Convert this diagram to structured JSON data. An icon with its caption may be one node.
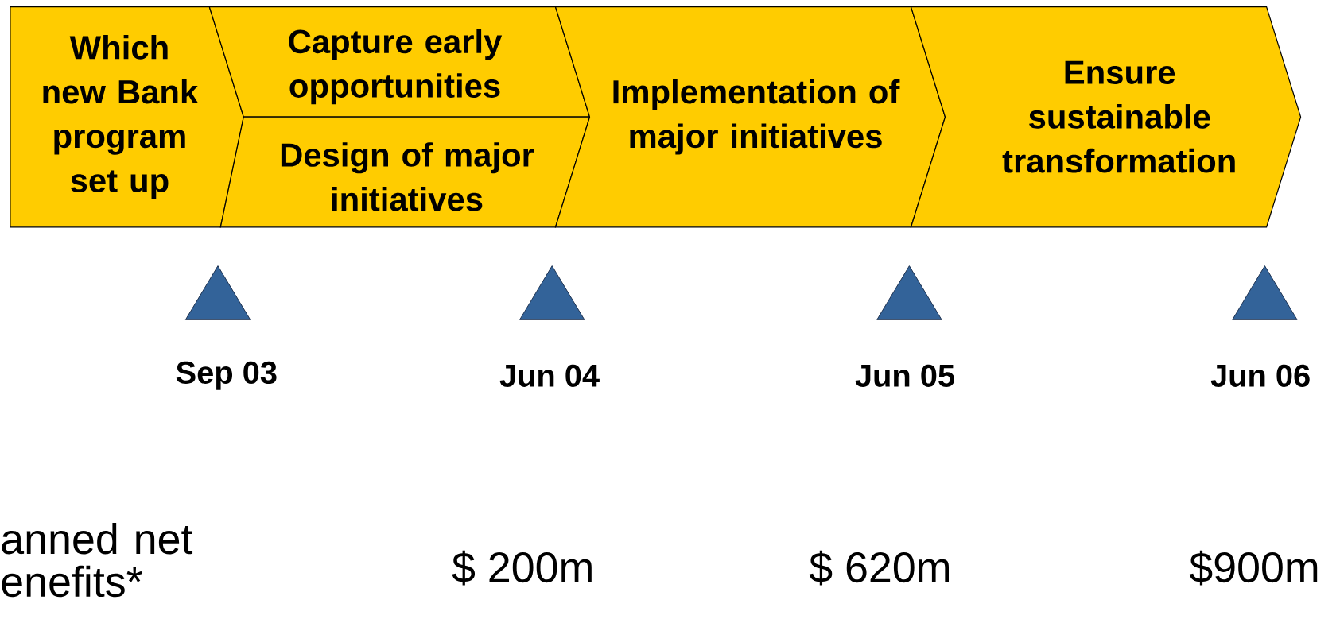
{
  "diagram": {
    "nodes": [
      {
        "text": [
          "Which new Bank program set up"
        ]
      },
      {
        "text": [
          "Capture early opportunities"
        ]
      },
      {
        "text": [
          "Design of major initiatives"
        ]
      },
      {
        "text": [
          "Implementation of major initiatives"
        ]
      },
      {
        "text": [
          "Ensure sustainable transformation"
        ]
      },
      {
        "text": [],
        "shape": "triangle",
        "beside": [
          "Sep 03"
        ]
      },
      {
        "text": [],
        "shape": "triangle",
        "beside": [
          "Jun 04"
        ]
      },
      {
        "text": [],
        "shape": "triangle",
        "beside": [
          "Jun 05"
        ]
      },
      {
        "text": [],
        "shape": "triangle",
        "beside": [
          "Jun 06"
        ]
      }
    ],
    "labels": [
      "anned net enefits*",
      "$ 200m",
      "$ 620m",
      "$900m"
    ]
  }
}
